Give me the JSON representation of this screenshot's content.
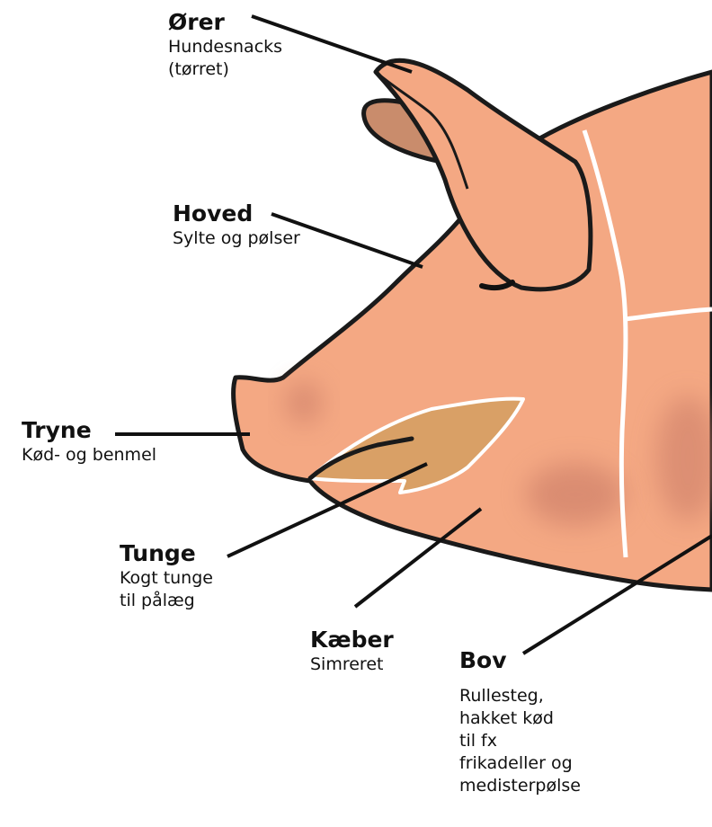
{
  "parts": [
    {
      "key": "orer",
      "title": "Ører",
      "description": [
        "Hundesnacks",
        "(tørret)"
      ]
    },
    {
      "key": "hoved",
      "title": "Hoved",
      "description": [
        "Sylte og pølser"
      ]
    },
    {
      "key": "tryne",
      "title": "Tryne",
      "description": [
        "Kød- og benmel"
      ]
    },
    {
      "key": "tunge",
      "title": "Tunge",
      "description": [
        "Kogt tunge",
        "til pålæg"
      ]
    },
    {
      "key": "kaeber",
      "title": "Kæber",
      "description": [
        "Simreret"
      ]
    },
    {
      "key": "bov",
      "title": "Bov",
      "description": [
        "Rullesteg,",
        "hakket kød",
        "til fx",
        "frikadeller og",
        "medisterpølse"
      ]
    }
  ],
  "colors": {
    "skin": "#f4a883",
    "outline": "#1a1a1a",
    "ear_inner": "#c98c6c",
    "tongue": "#d9a066",
    "cut_line": "#ffffff",
    "shade": "#c97a66"
  }
}
